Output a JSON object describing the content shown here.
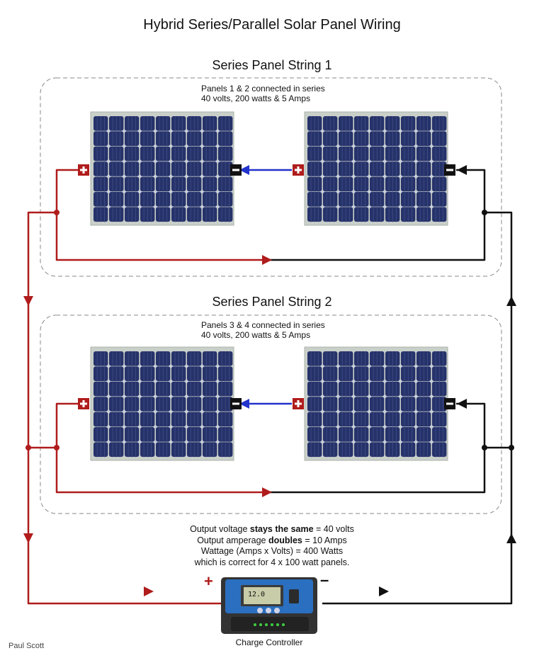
{
  "title": "Hybrid Series/Parallel Solar Panel Wiring",
  "strings": [
    {
      "heading": "Series Panel String 1",
      "line1": "Panels 1 & 2 connected in series",
      "line2": "40 volts, 200 watts & 5 Amps"
    },
    {
      "heading": "Series Panel String 2",
      "line1": "Panels 3 & 4 connected in series",
      "line2": "40 volts, 200 watts & 5 Amps"
    }
  ],
  "summary": {
    "l1_pre": "Output voltage ",
    "l1_bold": "stays the same",
    "l1_post": " = 40 volts",
    "l2_pre": "Output amperage ",
    "l2_bold": "doubles",
    "l2_post": " = 10 Amps",
    "l3": "Wattage (Amps x Volts) = 400 Watts",
    "l4": "which is correct for 4 x 100 watt panels."
  },
  "controller": {
    "label": "Charge Controller",
    "display": "12.0",
    "plus": "+",
    "minus": "–"
  },
  "credit": "Paul Scott",
  "colors": {
    "positive": "#b01c1c",
    "negative": "#111111",
    "series_link": "#2233cc",
    "panel": "#26326a",
    "controller": "#2a6fc0"
  }
}
